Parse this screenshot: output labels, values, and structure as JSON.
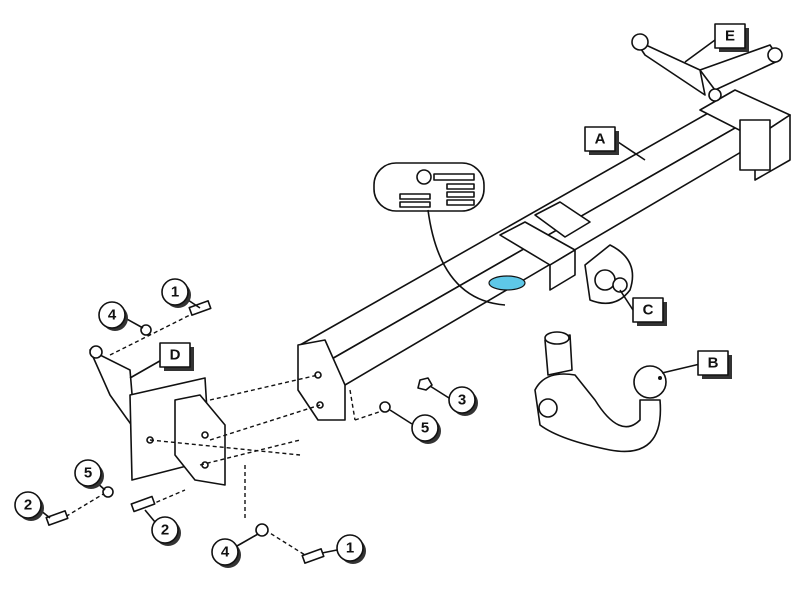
{
  "letters": {
    "A": "A",
    "B": "B",
    "C": "C",
    "D": "D",
    "E": "E"
  },
  "numbers": {
    "n1a": "1",
    "n1b": "1",
    "n2a": "2",
    "n2b": "2",
    "n3": "3",
    "n4a": "4",
    "n4b": "4",
    "n5a": "5",
    "n5b": "5"
  },
  "colors": {
    "highlight": "#5ec8e8",
    "ink": "#111111"
  }
}
